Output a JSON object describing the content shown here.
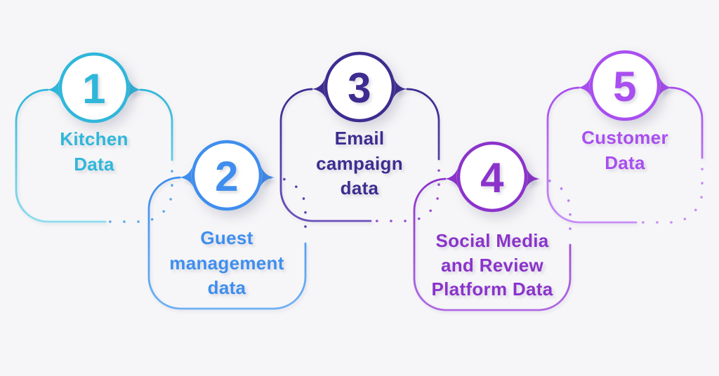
{
  "background": "#f6f6f8",
  "items": [
    {
      "number": "1",
      "label": "Kitchen Data",
      "lines": [
        "Kitchen",
        "Data"
      ],
      "color": "#2fb7da",
      "color_light": "#8bdcee",
      "dots_color": "#5aa9f0"
    },
    {
      "number": "2",
      "label": "Guest management data",
      "lines": [
        "Guest",
        "management",
        "data"
      ],
      "color": "#3f8eee",
      "color_light": "#6fb0f4",
      "dots_color": "#5b48b2"
    },
    {
      "number": "3",
      "label": "Email campaign data",
      "lines": [
        "Email",
        "campaign",
        "data"
      ],
      "color": "#3e2c90",
      "color_light": "#6a4fb8",
      "dots_color": "#9b4ed6"
    },
    {
      "number": "4",
      "label": "Social Media and Review Platform Data",
      "lines": [
        "Social Media",
        "and Review",
        "Platform Data"
      ],
      "color": "#8b33cb",
      "color_light": "#b069e2",
      "dots_color": "#bd7df4"
    },
    {
      "number": "5",
      "label": "Customer Data",
      "lines": [
        "Customer",
        "Data"
      ],
      "color": "#a94ef0",
      "color_light": "#c78ef7",
      "dots_color": "#c78ef7"
    }
  ]
}
